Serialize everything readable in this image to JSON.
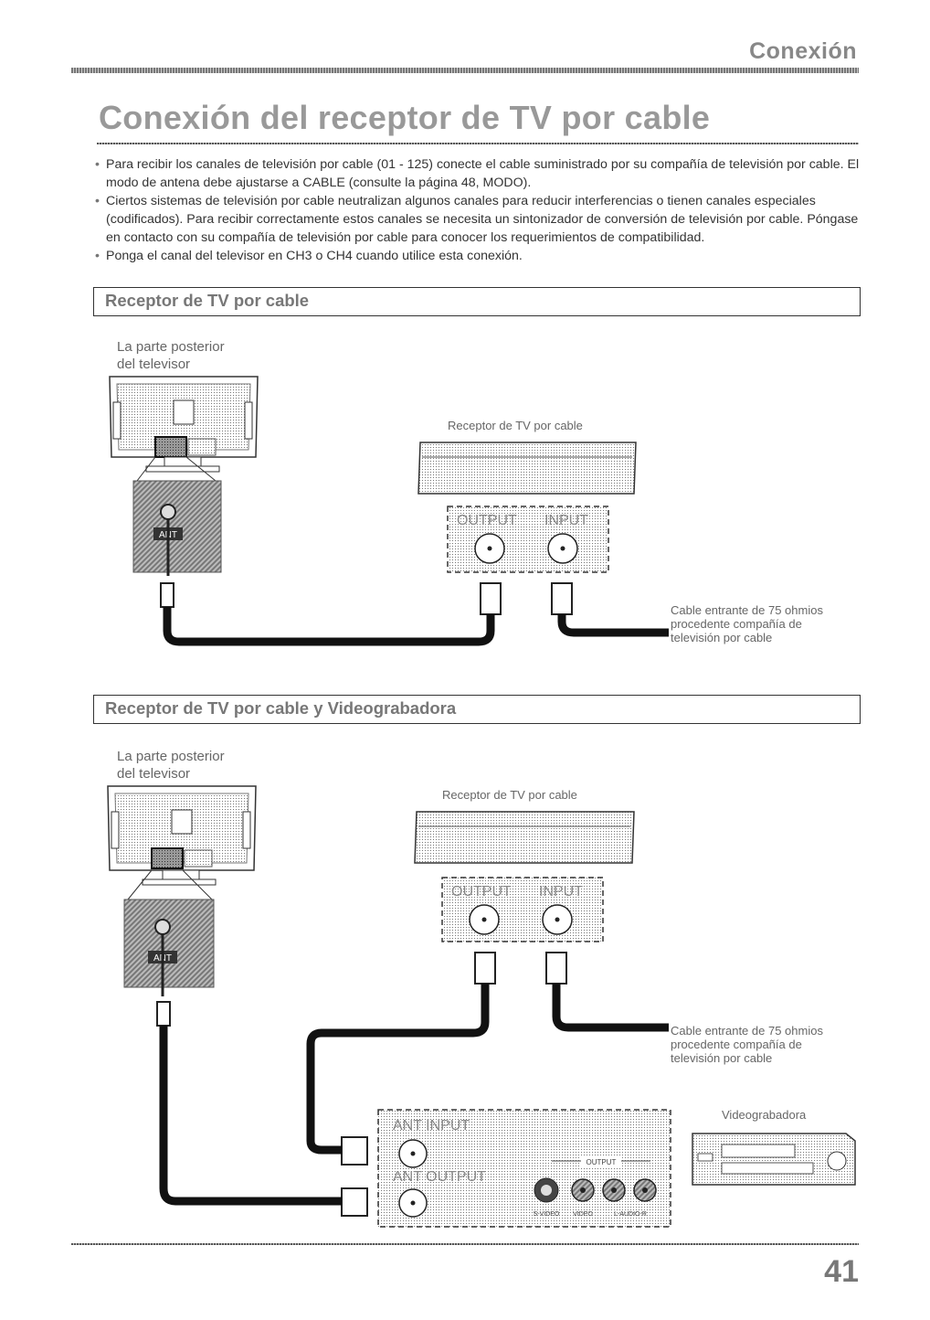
{
  "header": {
    "section_title": "Conexión"
  },
  "page": {
    "title": "Conexión del receptor de TV por cable",
    "number": "41"
  },
  "bullets": [
    "Para recibir los canales de televisión por cable (01 - 125) conecte el cable suministrado por su compañía de televisión por cable. El modo de antena debe ajustarse a CABLE (consulte la página 48, MODO).",
    "Ciertos sistemas de televisión por cable neutralizan algunos canales para reducir interferencias o tienen canales especiales (codificados). Para recibir correctamente estos canales se necesita un sintonizador de conversión de televisión por cable. Póngase en contacto con su compañía de televisión por cable para conocer los requerimientos de compatibilidad.",
    "Ponga el canal del televisor en CH3 o CH4 cuando utilice esta conexión."
  ],
  "section1": {
    "heading": "Receptor de TV por cable",
    "tv_back_label_1": "La parte posterior",
    "tv_back_label_2": "del televisor",
    "cable_box_label": "Receptor de TV por cable",
    "ant_label": "ANT",
    "output_label": "OUTPUT",
    "input_label": "INPUT",
    "incoming_1": "Cable entrante de 75 ohmios",
    "incoming_2": "procedente compañía de",
    "incoming_3": "televisión por cable"
  },
  "section2": {
    "heading": "Receptor de TV por cable y Videograbadora",
    "tv_back_label_1": "La parte posterior",
    "tv_back_label_2": "del televisor",
    "cable_box_label": "Receptor de TV por cable",
    "ant_label": "ANT",
    "output_label": "OUTPUT",
    "input_label": "INPUT",
    "incoming_1": "Cable entrante de 75 ohmios",
    "incoming_2": "procedente compañía de",
    "incoming_3": "televisión por cable",
    "vcr_label": "Videograbadora",
    "vcr_ant_input": "ANT INPUT",
    "vcr_ant_output": "ANT OUTPUT",
    "vcr_output": "OUTPUT",
    "vcr_svideo": "S-VIDEO",
    "vcr_video": "VIDEO",
    "vcr_audio": "L-AUDIO-R"
  }
}
